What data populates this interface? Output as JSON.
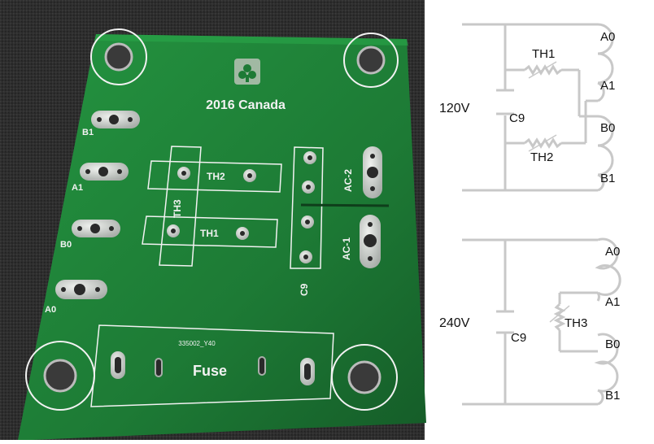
{
  "pcb": {
    "brand": "2016 Canada",
    "pads": {
      "b1": "B1",
      "a1": "A1",
      "b0": "B0",
      "a0": "A0",
      "ac2": "AC-2",
      "ac1": "AC-1"
    },
    "parts": {
      "th1": "TH1",
      "th2": "TH2",
      "th3": "TH3",
      "c9": "C9"
    },
    "fuse": {
      "part_no": "335002_Y40",
      "label": "Fuse"
    }
  },
  "schematic_120": {
    "voltage": "120V",
    "capacitor": "C9",
    "th1": "TH1",
    "th2": "TH2",
    "a0": "A0",
    "a1": "A1",
    "b0": "B0",
    "b1": "B1"
  },
  "schematic_240": {
    "voltage": "240V",
    "capacitor": "C9",
    "th3": "TH3",
    "a0": "A0",
    "a1": "A1",
    "b0": "B0",
    "b1": "B1"
  },
  "colors": {
    "board": "#1d7a35",
    "silk": "#f2f2f2",
    "copper": "#c9ccc8",
    "background": "#2a2a2a",
    "wire": "#c8c8c8"
  }
}
